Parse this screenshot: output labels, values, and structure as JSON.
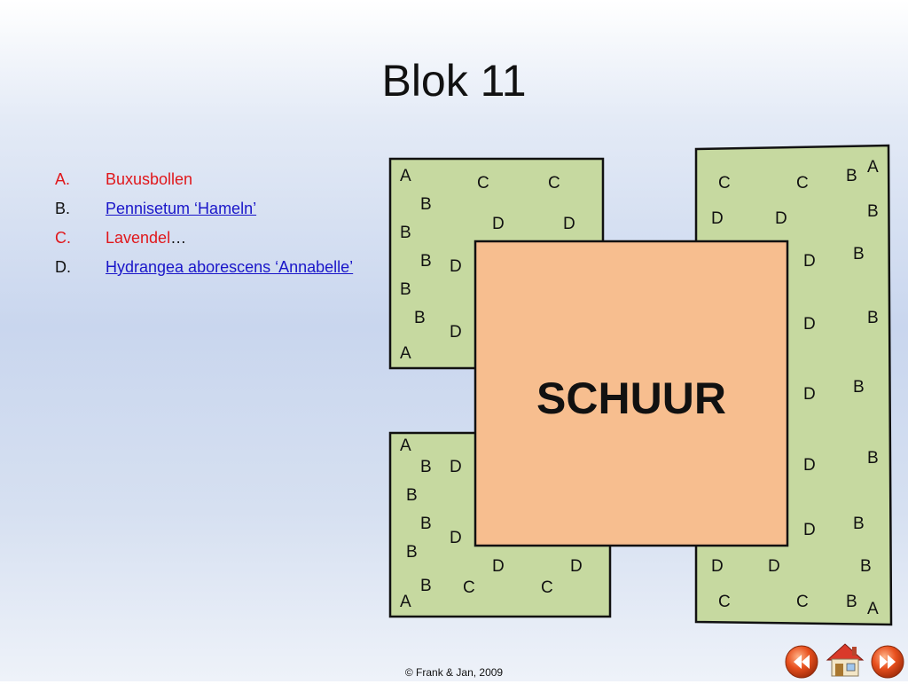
{
  "title": "Blok 11",
  "legend": [
    {
      "letter": "A.",
      "text": "Buxusbollen",
      "suffix": ""
    },
    {
      "letter": "B.",
      "text": "Pennisetum ‘Hameln’",
      "suffix": ""
    },
    {
      "letter": "C.",
      "text": "Lavendel",
      "suffix": " …"
    },
    {
      "letter": "D.",
      "text": "Hydrangea aborescens ‘Annabelle’",
      "suffix": ""
    }
  ],
  "shed_label": "SCHUUR",
  "plant_letters": {
    "A": "A",
    "B": "B",
    "C": "C",
    "D": "D"
  },
  "footer": "© Frank & Jan, 2009",
  "colors": {
    "bed": "#c6d9a0",
    "shed": "#f7be8f",
    "nav_button": "#e8501e",
    "legend_red": "#e0171b",
    "legend_link": "#1a16c9"
  },
  "nav": {
    "prev_icon": "rewind-icon",
    "home_icon": "home-icon",
    "next_icon": "fast-forward-icon"
  }
}
